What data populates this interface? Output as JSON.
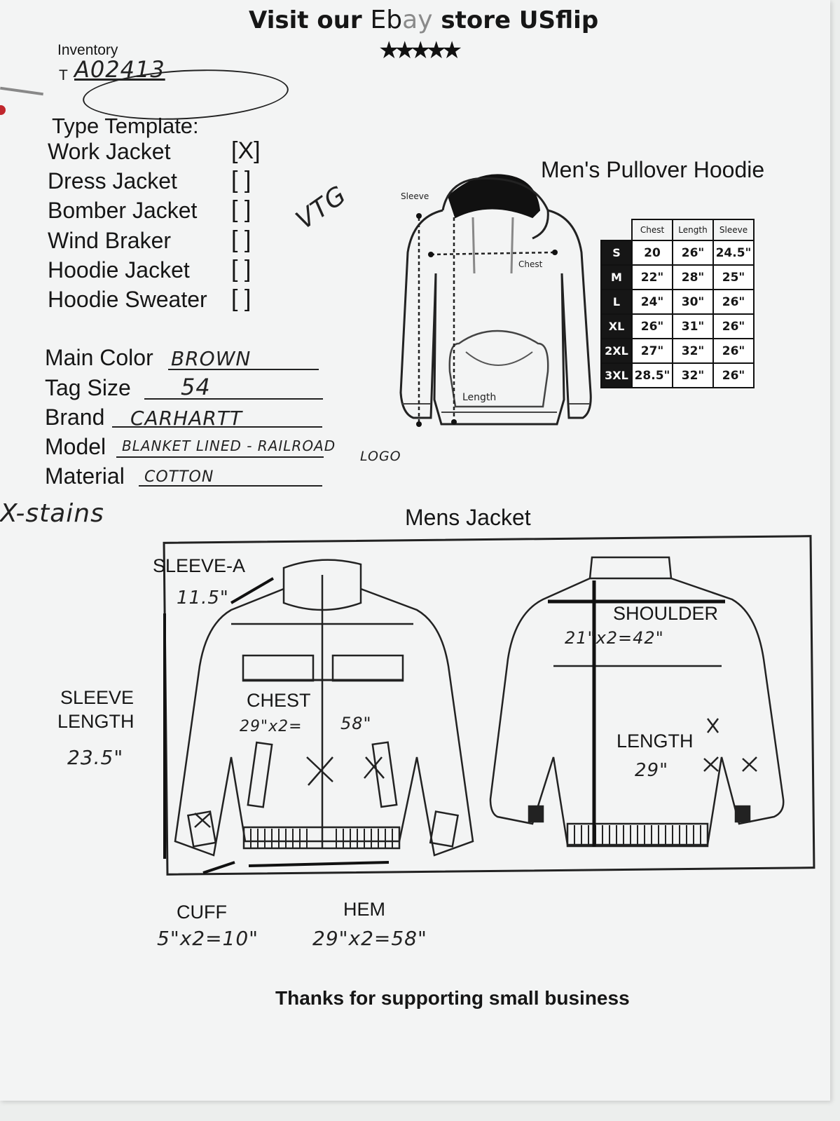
{
  "header": {
    "prefix": "Visit our ",
    "ebay_e": "E",
    "ebay_b": "b",
    "ebay_a": "a",
    "ebay_y": "y",
    "suffix": " store USflip",
    "stars": "★★★★★"
  },
  "inventory": {
    "label": "Inventory",
    "prefix": "T",
    "value": "A02413"
  },
  "type_template": {
    "title": "Type Template:",
    "items": [
      {
        "label": "Work Jacket",
        "box": "[X]"
      },
      {
        "label": "Dress Jacket",
        "box": "[ ]"
      },
      {
        "label": "Bomber Jacket",
        "box": "[ ]"
      },
      {
        "label": "Wind Braker",
        "box": "[ ]"
      },
      {
        "label": "Hoodie Jacket",
        "box": "[ ]"
      },
      {
        "label": "Hoodie Sweater",
        "box": "[ ]"
      }
    ],
    "side_note": "VTG"
  },
  "fields": {
    "main_color": {
      "label": "Main Color",
      "value": "BROWN"
    },
    "tag_size": {
      "label": "Tag Size",
      "value": "54"
    },
    "brand": {
      "label": "Brand",
      "value": "CARHARTT"
    },
    "model": {
      "label": "Model",
      "value": "BLANKET LINED - RAILROAD",
      "value2": "LOGO"
    },
    "material": {
      "label": "Material",
      "value": "COTTON"
    }
  },
  "notes": {
    "stains": "X-stains"
  },
  "hoodie": {
    "title": "Men's Pullover Hoodie",
    "diagram_labels": {
      "sleeve": "Sleeve",
      "chest": "Chest",
      "length": "Length"
    },
    "size_table": {
      "headers": [
        "Chest",
        "Length",
        "Sleeve"
      ],
      "rows": [
        {
          "size": "S",
          "chest": "20",
          "length": "26\"",
          "sleeve": "24.5\""
        },
        {
          "size": "M",
          "chest": "22\"",
          "length": "28\"",
          "sleeve": "25\""
        },
        {
          "size": "L",
          "chest": "24\"",
          "length": "30\"",
          "sleeve": "26\""
        },
        {
          "size": "XL",
          "chest": "26\"",
          "length": "31\"",
          "sleeve": "26\""
        },
        {
          "size": "2XL",
          "chest": "27\"",
          "length": "32\"",
          "sleeve": "26\""
        },
        {
          "size": "3XL",
          "chest": "28.5\"",
          "length": "32\"",
          "sleeve": "26\""
        }
      ]
    }
  },
  "jacket": {
    "title": "Mens Jacket",
    "labels": {
      "sleeve_a": "SLEEVE-A",
      "sleeve_length_1": "SLEEVE",
      "sleeve_length_2": "LENGTH",
      "chest": "CHEST",
      "shoulder": "SHOULDER",
      "length": "LENGTH",
      "cuff": "CUFF",
      "hem": "HEM"
    },
    "values": {
      "sleeve_a": "11.5\"",
      "sleeve_length": "23.5\"",
      "chest_a": "29\"x2=",
      "chest_b": "58\"",
      "shoulder": "21\"x2=42\"",
      "length": "29\"",
      "cuff": "5\"x2=10\"",
      "hem": "29\"x2=58\""
    }
  },
  "footer": {
    "thanks": "Thanks for supporting small business"
  }
}
